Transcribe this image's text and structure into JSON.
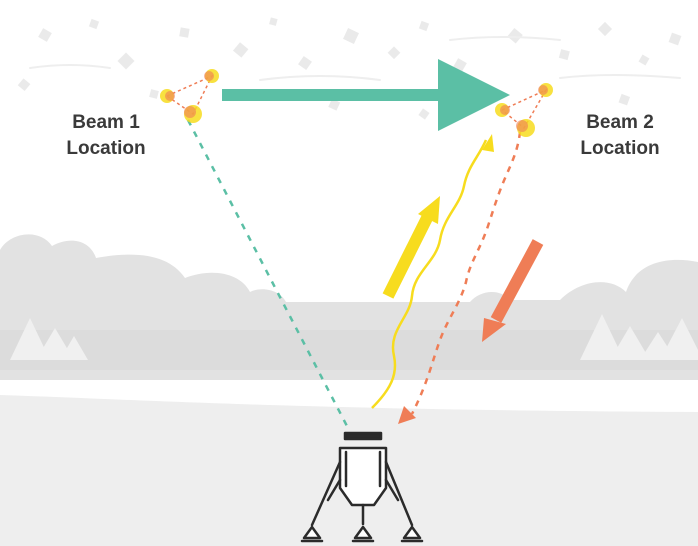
{
  "labels": {
    "beam1_line1": "Beam 1",
    "beam1_line2": "Location",
    "beam2_line1": "Beam 2",
    "beam2_line2": "Location"
  },
  "colors": {
    "teal": "#5bbfa5",
    "yellow": "#f7dc1e",
    "orange": "#ef7d56",
    "ground": "#eeeeee",
    "cloud": "#e2e2e2",
    "tree": "#ececec",
    "star_dot": "#e6e6e6",
    "lander": "#2b2b2b"
  },
  "icons": {
    "beam1_marker": "triangle-dots-icon",
    "beam2_marker": "triangle-dots-icon",
    "lander": "lander-icon"
  }
}
